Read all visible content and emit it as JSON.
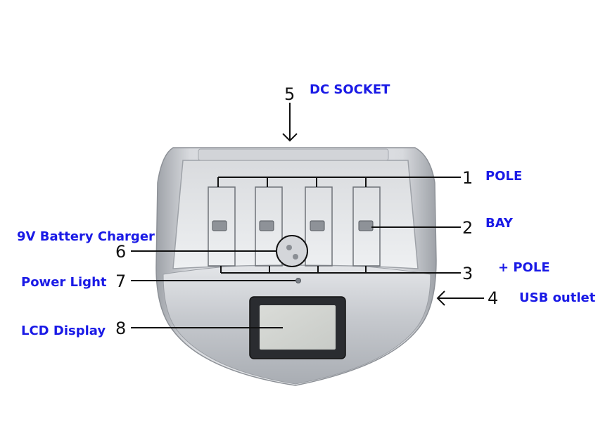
{
  "label_color": "#1a1ae6",
  "body_color": "#c9ccd1",
  "lcd_color": "#d5d8d4",
  "callouts": [
    {
      "number": "1",
      "label": "POLE"
    },
    {
      "number": "2",
      "label": "BAY"
    },
    {
      "number": "3",
      "label": "+ POLE"
    },
    {
      "number": "4",
      "label": "USB outlet"
    },
    {
      "number": "5",
      "label": "DC SOCKET"
    },
    {
      "number": "6",
      "label": "9V Battery Charger"
    },
    {
      "number": "7",
      "label": "Power Light"
    },
    {
      "number": "8",
      "label": "LCD Display"
    }
  ]
}
